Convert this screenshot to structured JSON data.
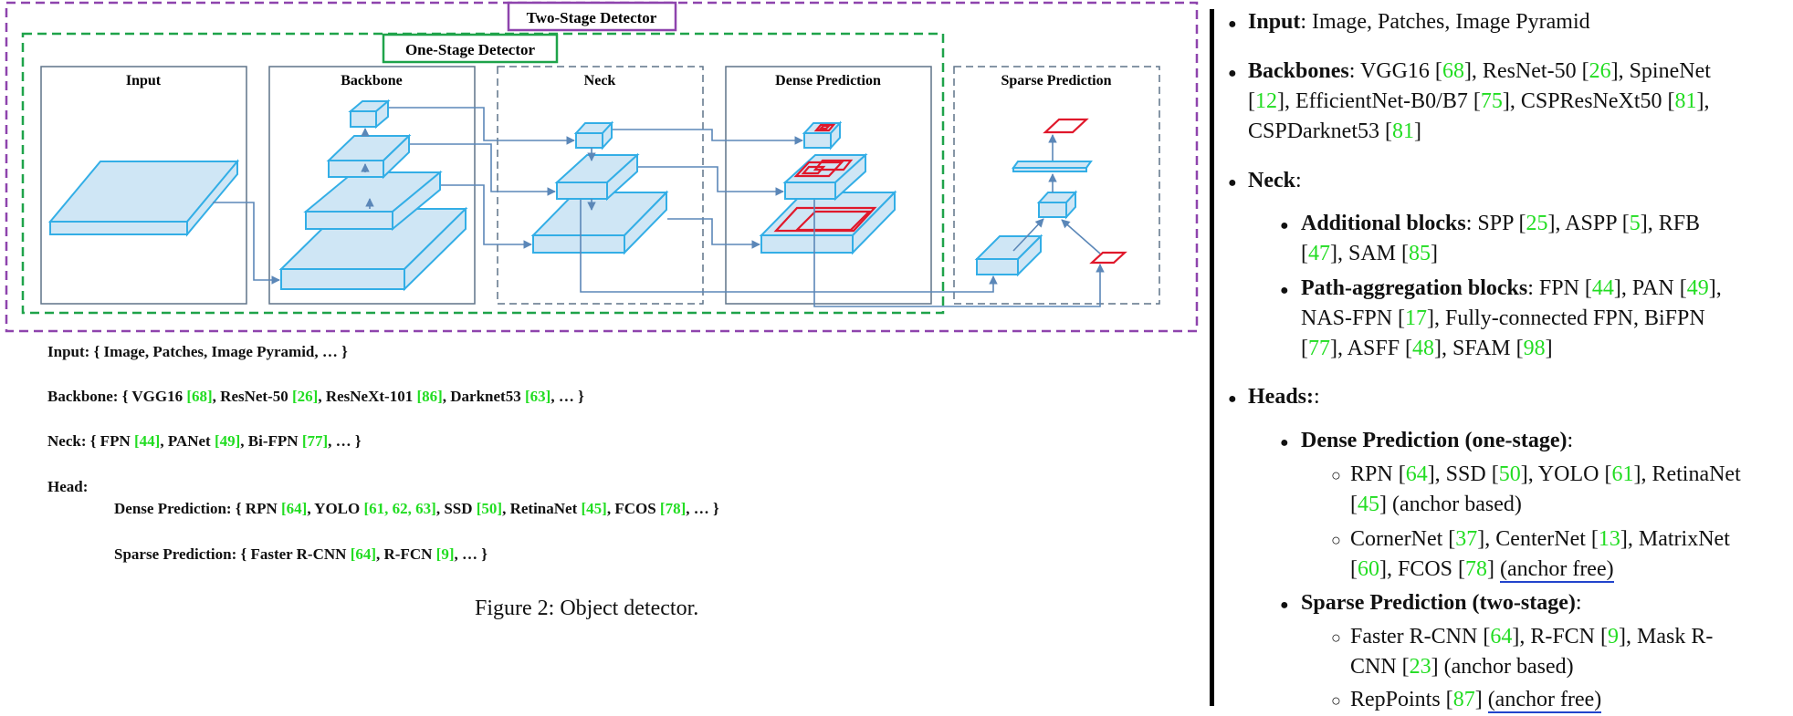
{
  "diagram": {
    "two_stage_label": "Two-Stage Detector",
    "one_stage_label": "One-Stage Detector",
    "panels": [
      "Input",
      "Backbone",
      "Neck",
      "Dense Prediction",
      "Sparse Prediction"
    ],
    "colors": {
      "two_stage": "#8e44ad",
      "one_stage": "#1fa34a",
      "block_face": "#cfe6f5",
      "block_edge": "#33aee6",
      "arrow": "#5b87b8",
      "box": "#e0182b"
    }
  },
  "left_list": {
    "input": {
      "label": "Input:",
      "text": "{ Image, Patches, Image Pyramid, … }"
    },
    "backbone": {
      "label": "Backbone:",
      "pre": "{ VGG16 ",
      "c1": "[68]",
      "t1": ", ResNet-50 ",
      "c2": "[26]",
      "t2": ", ResNeXt-101 ",
      "c3": "[86]",
      "t3": ", Darknet53 ",
      "c4": "[63]",
      "t4": ", … }"
    },
    "neck": {
      "label": "Neck:",
      "pre": "{ FPN ",
      "c1": "[44]",
      "t1": ", PANet ",
      "c2": "[49]",
      "t2": ", Bi-FPN ",
      "c3": "[77]",
      "t3": ", … }"
    },
    "head": {
      "label": "Head:"
    },
    "dense": {
      "label": "Dense Prediction:",
      "pre": "{ RPN ",
      "c1": "[64]",
      "t1": ", YOLO ",
      "c2": "[61, 62, 63]",
      "t2": ", SSD ",
      "c3": "[50]",
      "t3": ", RetinaNet ",
      "c4": "[45]",
      "t4": ", FCOS ",
      "c5": "[78]",
      "t5": ", … }"
    },
    "sparse": {
      "label": "Sparse Prediction:",
      "pre": "{ Faster R-CNN ",
      "c1": "[64]",
      "t1": ",  R-FCN ",
      "c2": "[9]",
      "t2": ", … }"
    }
  },
  "caption": "Figure 2: Object detector.",
  "right": {
    "input": {
      "label": "Input",
      "text": ": Image, Patches, Image Pyramid"
    },
    "backbones": {
      "label": "Backbones",
      "l1a": ": VGG16 [",
      "c1": "68",
      "l1b": "], ResNet-50 [",
      "c2": "26",
      "l1c": "], SpineNet",
      "l2a": "[",
      "c3": "12",
      "l2b": "], EfficientNet-B0/B7 [",
      "c4": "75",
      "l2c": "], CSPResNeXt50 [",
      "c5": "81",
      "l2d": "],",
      "l3a": "CSPDarknet53 [",
      "c6": "81",
      "l3b": "]"
    },
    "neck": {
      "label": "Neck",
      "text": ":"
    },
    "additional": {
      "label": "Additional blocks",
      "l1a": ": SPP [",
      "c1": "25",
      "l1b": "], ASPP [",
      "c2": "5",
      "l1c": "], RFB",
      "l2a": "[",
      "c3": "47",
      "l2b": "], SAM [",
      "c4": "85",
      "l2c": "]"
    },
    "path": {
      "label": "Path-aggregation blocks",
      "l1a": ": FPN [",
      "c1": "44",
      "l1b": "], PAN [",
      "c2": "49",
      "l1c": "],",
      "l2a": "NAS-FPN [",
      "c3": "17",
      "l2b": "], Fully-connected FPN, BiFPN",
      "l3a": "[",
      "c4": "77",
      "l3b": "], ASFF [",
      "c5": "48",
      "l3c": "], SFAM [",
      "c6": "98",
      "l3d": "]"
    },
    "heads": {
      "label": "Heads:",
      "text": ":"
    },
    "dense": {
      "label": "Dense Prediction (one-stage)",
      "text": ":"
    },
    "d1": {
      "l1a": "RPN [",
      "c1": "64",
      "l1b": "], SSD [",
      "c2": "50",
      "l1c": "], YOLO [",
      "c3": "61",
      "l1d": "], RetinaNet",
      "l2a": "[",
      "c4": "45",
      "l2b": "] (anchor based)"
    },
    "d2": {
      "l1a": "CornerNet [",
      "c1": "37",
      "l1b": "], CenterNet [",
      "c2": "13",
      "l1c": "], MatrixNet",
      "l2a": "[",
      "c3": "60",
      "l2b": "], FCOS [",
      "c4": "78",
      "l2c": "] ",
      "l2d": "(anchor free)"
    },
    "sparse": {
      "label": "Sparse Prediction (two-stage)",
      "text": ":"
    },
    "s1": {
      "l1a": "Faster R-CNN [",
      "c1": "64",
      "l1b": "], R-FCN [",
      "c2": "9",
      "l1c": "], Mask R-",
      "l2a": "CNN [",
      "c3": "23",
      "l2b": "] (anchor based)"
    },
    "s2": {
      "l1a": "RepPoints [",
      "c1": "87",
      "l1b": "] ",
      "l1c": "(anchor free)"
    }
  }
}
